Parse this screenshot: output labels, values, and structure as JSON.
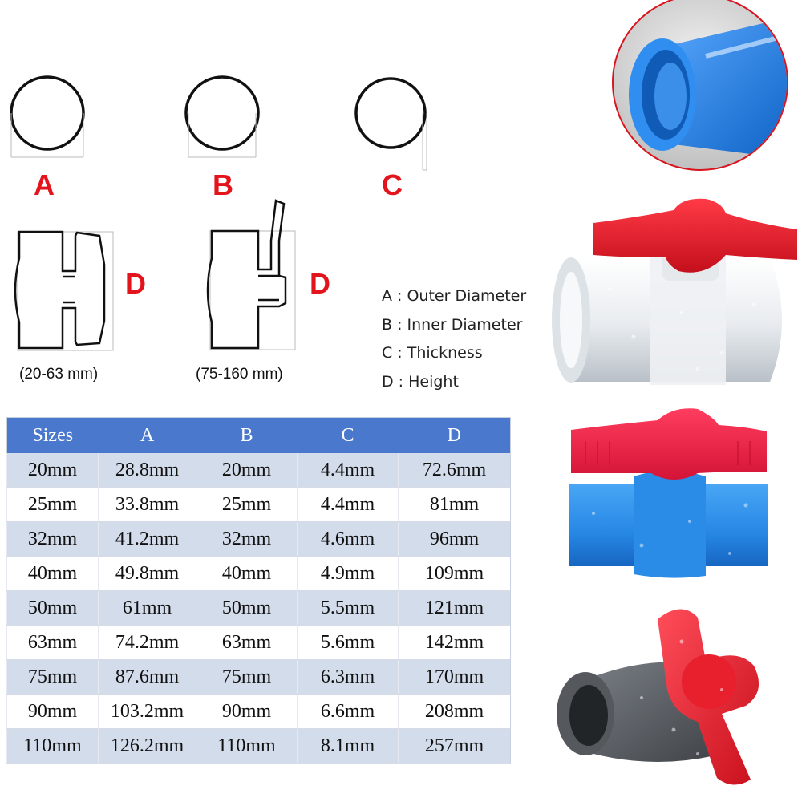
{
  "diagram": {
    "labels": {
      "a": "A",
      "b": "B",
      "c": "C",
      "d1": "D",
      "d2": "D"
    },
    "size_ranges": {
      "small": "(20-63 mm)",
      "large": "(75-160 mm)"
    }
  },
  "legend": [
    {
      "text": "A : Outer Diameter"
    },
    {
      "text": "B : Inner Diameter"
    },
    {
      "text": "C : Thickness"
    },
    {
      "text": "D : Height"
    }
  ],
  "table": {
    "headers": [
      "Sizes",
      "A",
      "B",
      "C",
      "D"
    ],
    "rows": [
      [
        "20mm",
        "28.8mm",
        "20mm",
        "4.4mm",
        "72.6mm"
      ],
      [
        "25mm",
        "33.8mm",
        "25mm",
        "4.4mm",
        "81mm"
      ],
      [
        "32mm",
        "41.2mm",
        "32mm",
        "4.6mm",
        "96mm"
      ],
      [
        "40mm",
        "49.8mm",
        "40mm",
        "4.9mm",
        "109mm"
      ],
      [
        "50mm",
        "61mm",
        "50mm",
        "5.5mm",
        "121mm"
      ],
      [
        "63mm",
        "74.2mm",
        "63mm",
        "5.6mm",
        "142mm"
      ],
      [
        "75mm",
        "87.6mm",
        "75mm",
        "6.3mm",
        "170mm"
      ],
      [
        "90mm",
        "103.2mm",
        "90mm",
        "6.6mm",
        "208mm"
      ],
      [
        "110mm",
        "126.2mm",
        "110mm",
        "8.1mm",
        "257mm"
      ]
    ]
  },
  "colors": {
    "accent_red": "#e3141c",
    "table_header": "#4a78cc",
    "table_stripe": "#d3dceb",
    "valve_red": "#e0182a",
    "pipe_blue": "#1e73d2",
    "pipe_white": "#eef1f4",
    "pipe_grey": "#5c6066"
  }
}
